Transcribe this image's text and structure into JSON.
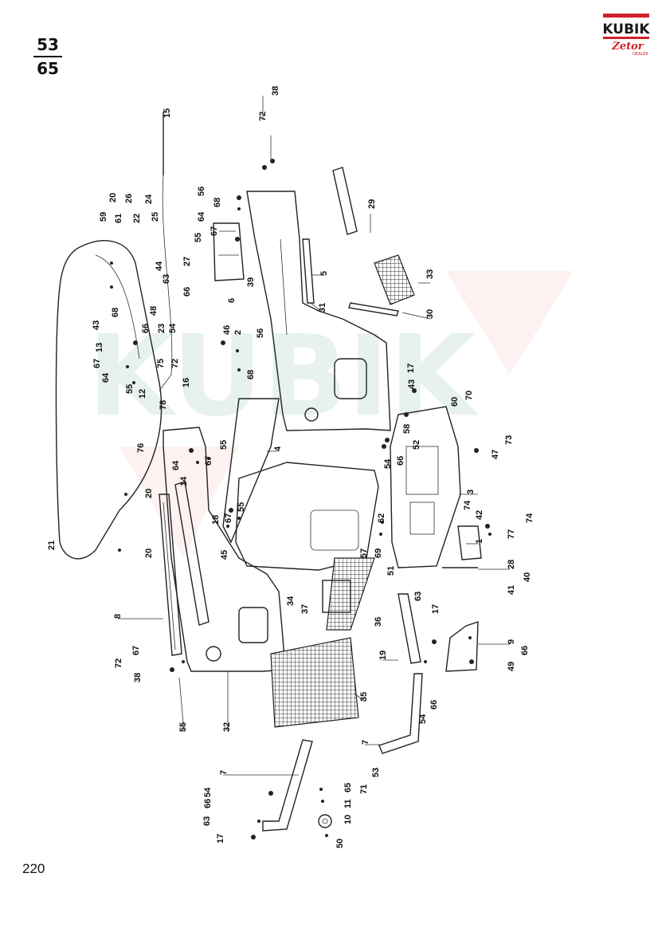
{
  "header": {
    "fraction_top": "53",
    "fraction_bottom": "65"
  },
  "footer": {
    "page_number": "220"
  },
  "logo": {
    "brand_top": "KUBIK",
    "brand_bottom": "Zetor",
    "sub": "DEALER",
    "color_red": "#d0202a",
    "color_dark": "#1a1a1a"
  },
  "watermark": {
    "text": "KUBIK"
  },
  "callouts": [
    "1",
    "2",
    "3",
    "4",
    "5",
    "6",
    "7",
    "8",
    "9",
    "10",
    "11",
    "12",
    "13",
    "14",
    "15",
    "16",
    "17",
    "18",
    "19",
    "20",
    "21",
    "22",
    "23",
    "24",
    "25",
    "26",
    "27",
    "28",
    "29",
    "30",
    "31",
    "32",
    "33",
    "34",
    "35",
    "36",
    "37",
    "38",
    "39",
    "40",
    "41",
    "42",
    "43",
    "44",
    "45",
    "46",
    "47",
    "48",
    "49",
    "50",
    "51",
    "52",
    "53",
    "54",
    "55",
    "56",
    "57",
    "58",
    "59",
    "60",
    "61",
    "62",
    "63",
    "64",
    "65",
    "66",
    "67",
    "68",
    "69",
    "70",
    "71",
    "72",
    "73",
    "74",
    "75",
    "76",
    "77",
    "78"
  ]
}
